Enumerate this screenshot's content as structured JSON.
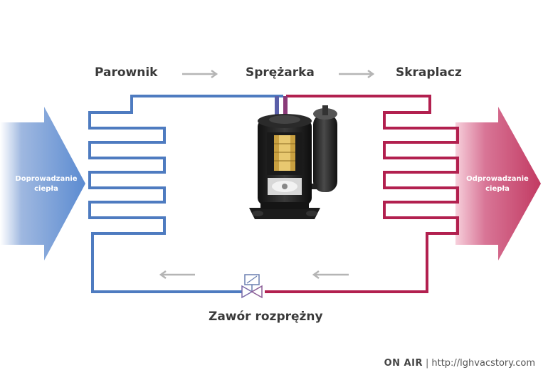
{
  "labels": {
    "evaporator": "Parownik",
    "compressor": "Sprężarka",
    "condenser": "Skraplacz",
    "expansion_valve": "Zawór rozprężny"
  },
  "arrows": {
    "heat_in": "Doprowadzanie ciepła",
    "heat_out": "Odprowadzanie ciepła"
  },
  "watermark": {
    "brand": "ON AIR",
    "separator": "|",
    "url": "http://lghvacstory.com"
  },
  "colors": {
    "cold": "#4e7bc0",
    "hot": "#b2204f",
    "flow_arrow": "#b5b5b5",
    "text": "#3a3a3a"
  }
}
